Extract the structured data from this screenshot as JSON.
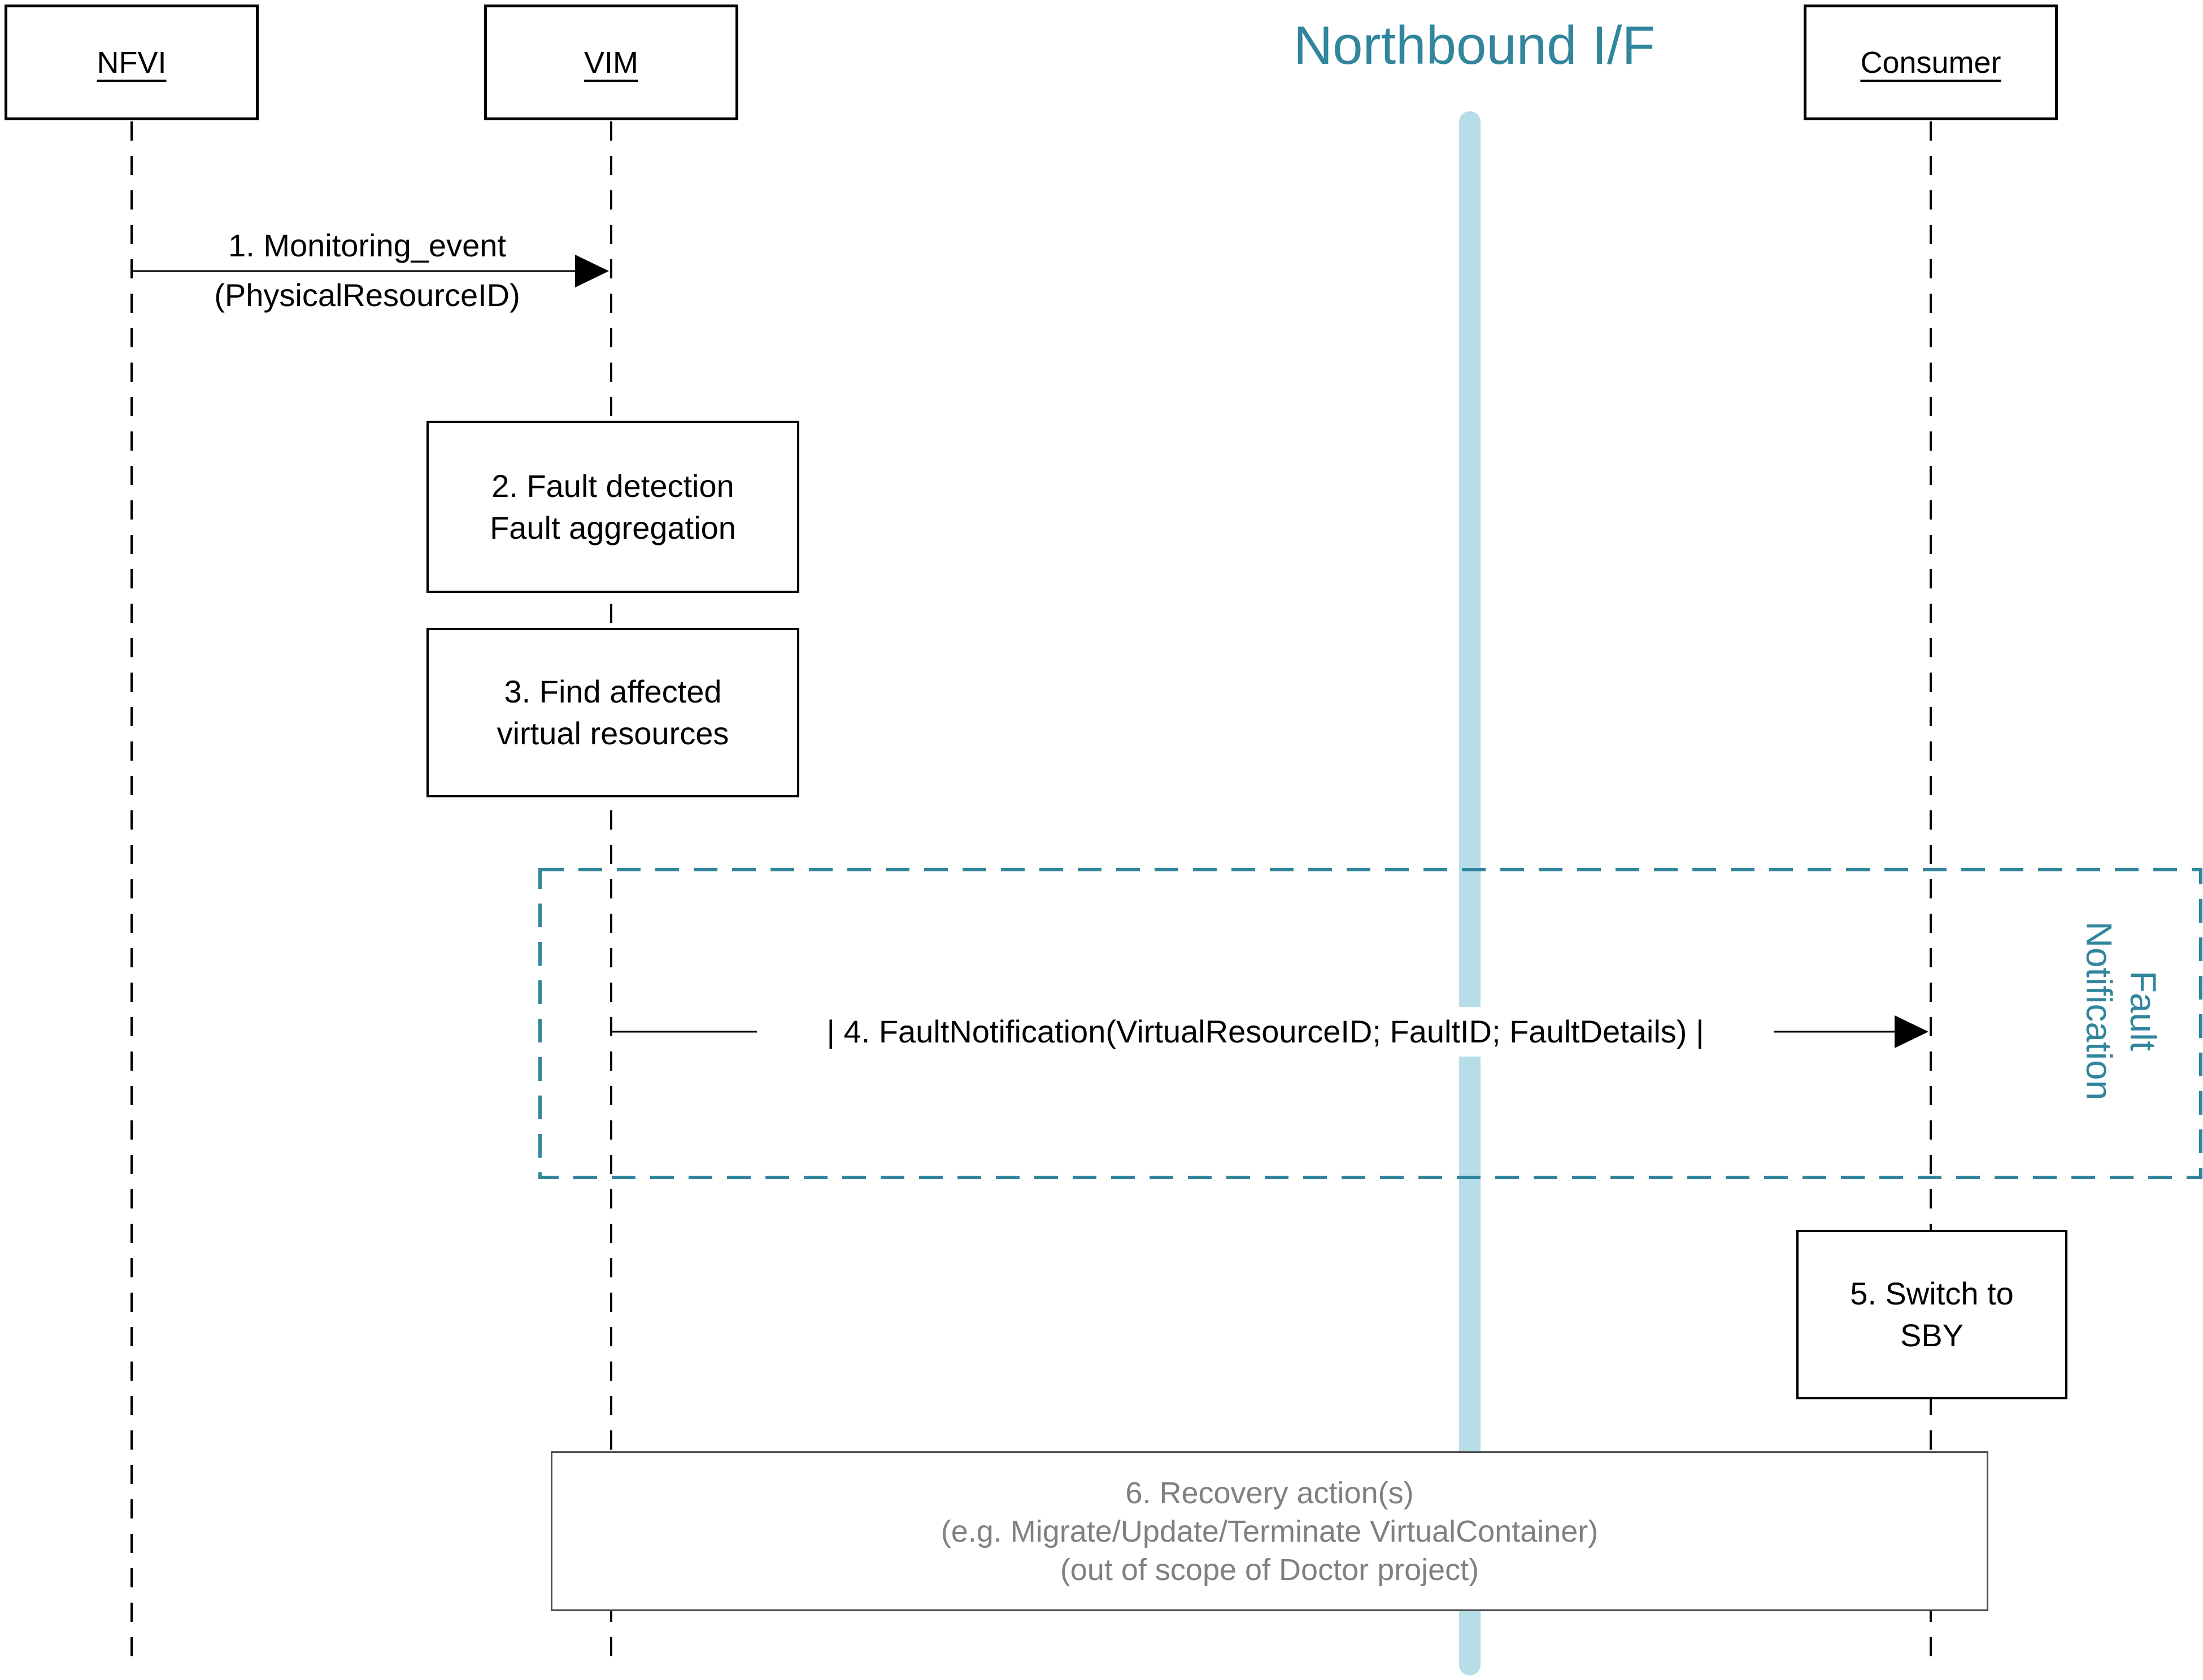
{
  "diagram": {
    "title": "Northbound I/F",
    "actors": [
      {
        "name": "NFVI"
      },
      {
        "name": "VIM"
      },
      {
        "name": "Consumer"
      }
    ],
    "steps": {
      "step1": {
        "line1": "1. Monitoring_event",
        "line2": "(PhysicalResourceID)"
      },
      "step2": {
        "line1": "2. Fault detection",
        "line2": "Fault aggregation"
      },
      "step3": {
        "line1": "3. Find affected",
        "line2": "virtual resources"
      },
      "step4": {
        "text": "| 4. FaultNotification(VirtualResourceID; FaultID; FaultDetails) |"
      },
      "step5": {
        "line1": "5. Switch to",
        "line2": "SBY"
      },
      "step6": {
        "line1": "6. Recovery action(s)",
        "line2": "(e.g. Migrate/Update/Terminate VirtualContainer)",
        "line3": "(out of scope of Doctor project)"
      }
    },
    "fault_region": {
      "label_lines": [
        "Fault",
        "Notification"
      ]
    },
    "colors": {
      "teal": "#31859C",
      "light_blue": "#B7DEE8",
      "gray_text": "#808080",
      "gray_border": "#4d4d4d"
    }
  }
}
